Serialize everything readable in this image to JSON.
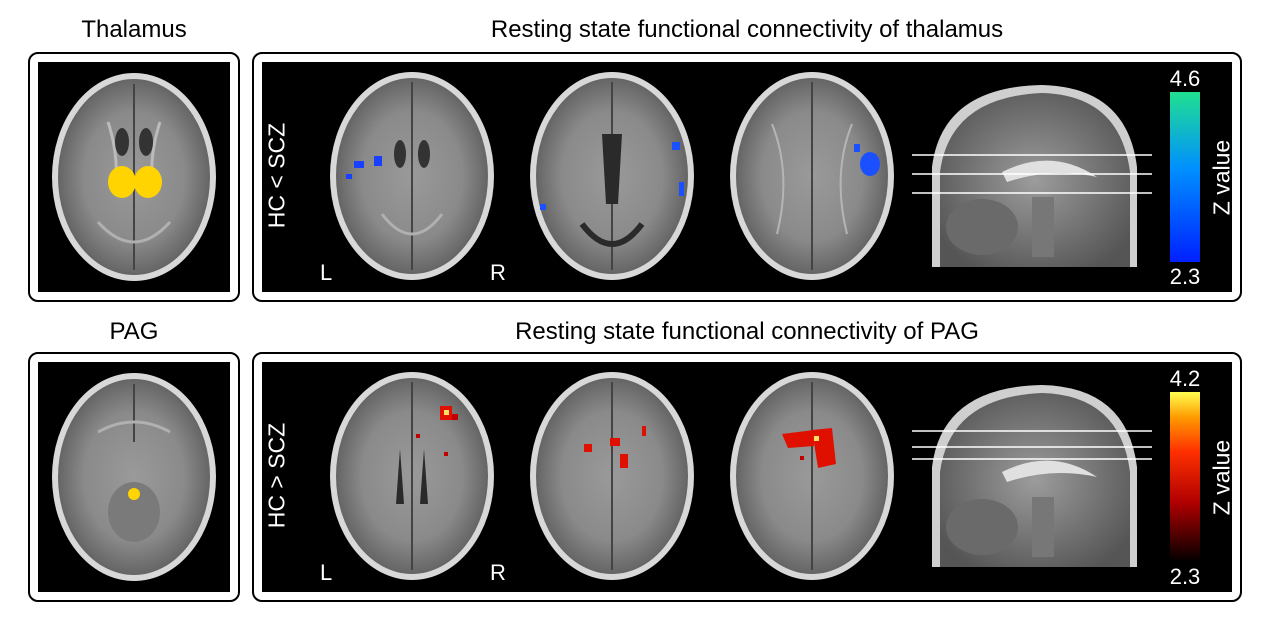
{
  "rows": [
    {
      "roi_title": "Thalamus",
      "main_title": "Resting state functional connectivity of thalamus",
      "contrast": "HC < SCZ",
      "left_label": "L",
      "right_label": "R",
      "colorbar": {
        "max": "4.6",
        "min": "2.3",
        "label": "Z value",
        "colors": [
          "#0020ff",
          "#0080ff",
          "#20e090"
        ]
      },
      "roi_color": "#ffd400"
    },
    {
      "roi_title": "PAG",
      "main_title": "Resting state functional connectivity of PAG",
      "contrast": "HC > SCZ",
      "left_label": "L",
      "right_label": "R",
      "colorbar": {
        "max": "4.2",
        "min": "2.3",
        "label": "Z value",
        "colors": [
          "#000000",
          "#a00000",
          "#ff2000",
          "#ff9000",
          "#ffff40"
        ]
      },
      "roi_color": "#ffd400"
    }
  ]
}
